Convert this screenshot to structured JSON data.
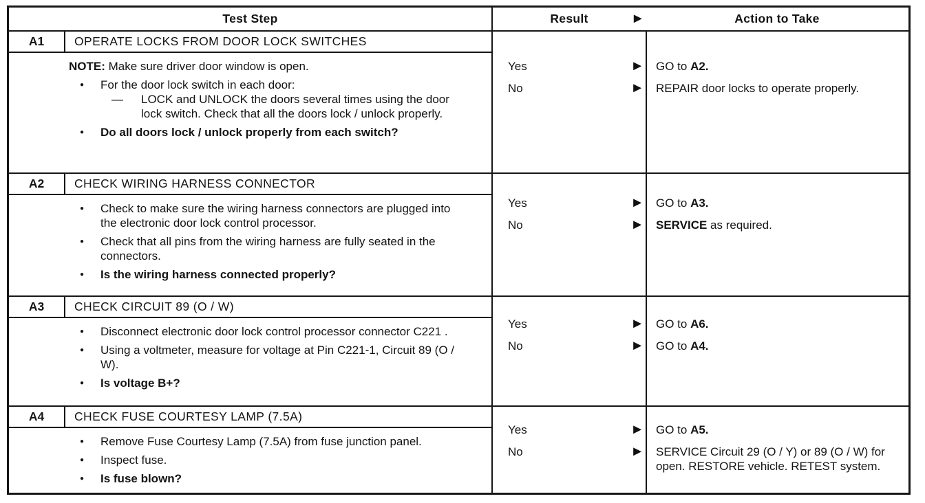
{
  "header": {
    "test_step": "Test Step",
    "result": "Result",
    "action": "Action to Take"
  },
  "icons": {
    "arrow_right": "►",
    "bullet": "●",
    "dash": "—"
  },
  "steps": [
    {
      "id": "A1",
      "title": "OPERATE LOCKS FROM DOOR LOCK SWITCHES",
      "body": [
        {
          "kind": "note",
          "prefix": "NOTE:",
          "text": " Make sure driver door window is open."
        },
        {
          "kind": "bullet",
          "bold": false,
          "text": "For the door lock switch in each door:",
          "sub": [
            {
              "text": "LOCK and UNLOCK the doors several times using the door lock switch. Check that all the doors lock / unlock properly."
            }
          ]
        },
        {
          "kind": "bullet",
          "bold": true,
          "text": "Do all doors lock / unlock properly from each switch?"
        }
      ],
      "results": [
        {
          "label": "Yes",
          "action": [
            {
              "text": "GO to ",
              "bold": false
            },
            {
              "text": "A2.",
              "bold": true
            }
          ]
        },
        {
          "label": "No",
          "action": [
            {
              "text": "REPAIR door locks to operate properly.",
              "bold": false
            }
          ]
        }
      ]
    },
    {
      "id": "A2",
      "title": "CHECK WIRING HARNESS CONNECTOR",
      "body": [
        {
          "kind": "bullet",
          "bold": false,
          "text": "Check to make sure the wiring harness connectors are plugged into the electronic door lock control processor."
        },
        {
          "kind": "bullet",
          "bold": false,
          "text": "Check that all pins from the wiring harness are fully seated in the connectors."
        },
        {
          "kind": "bullet",
          "bold": true,
          "text": "Is the wiring harness connected properly?"
        }
      ],
      "results": [
        {
          "label": "Yes",
          "action": [
            {
              "text": "GO to ",
              "bold": false
            },
            {
              "text": "A3.",
              "bold": true
            }
          ]
        },
        {
          "label": "No",
          "action": [
            {
              "text": "SERVICE",
              "bold": true
            },
            {
              "text": " as required.",
              "bold": false
            }
          ]
        }
      ]
    },
    {
      "id": "A3",
      "title": "CHECK CIRCUIT 89 (O / W)",
      "body": [
        {
          "kind": "bullet",
          "bold": false,
          "text": "Disconnect electronic door lock control processor connector C221 ."
        },
        {
          "kind": "bullet",
          "bold": false,
          "text": "Using a voltmeter, measure for voltage at Pin C221-1, Circuit 89 (O / W)."
        },
        {
          "kind": "bullet",
          "bold": true,
          "text": "Is voltage B+?"
        }
      ],
      "results": [
        {
          "label": "Yes",
          "action": [
            {
              "text": "GO to ",
              "bold": false
            },
            {
              "text": "A6.",
              "bold": true
            }
          ]
        },
        {
          "label": "No",
          "action": [
            {
              "text": "GO to ",
              "bold": false
            },
            {
              "text": "A4.",
              "bold": true
            }
          ]
        }
      ]
    },
    {
      "id": "A4",
      "title": "CHECK FUSE COURTESY LAMP (7.5A)",
      "body": [
        {
          "kind": "bullet",
          "bold": false,
          "text": "Remove Fuse Courtesy Lamp (7.5A) from fuse junction panel."
        },
        {
          "kind": "bullet",
          "bold": false,
          "text": "Inspect fuse."
        },
        {
          "kind": "bullet",
          "bold": true,
          "text": "Is fuse blown?"
        }
      ],
      "results": [
        {
          "label": "Yes",
          "action": [
            {
              "text": "GO to ",
              "bold": false
            },
            {
              "text": "A5.",
              "bold": true
            }
          ]
        },
        {
          "label": "No",
          "action": [
            {
              "text": "SERVICE Circuit 29 (O / Y) or 89 (O / W) for open. RESTORE vehicle. RETEST system.",
              "bold": false
            }
          ]
        }
      ]
    }
  ]
}
